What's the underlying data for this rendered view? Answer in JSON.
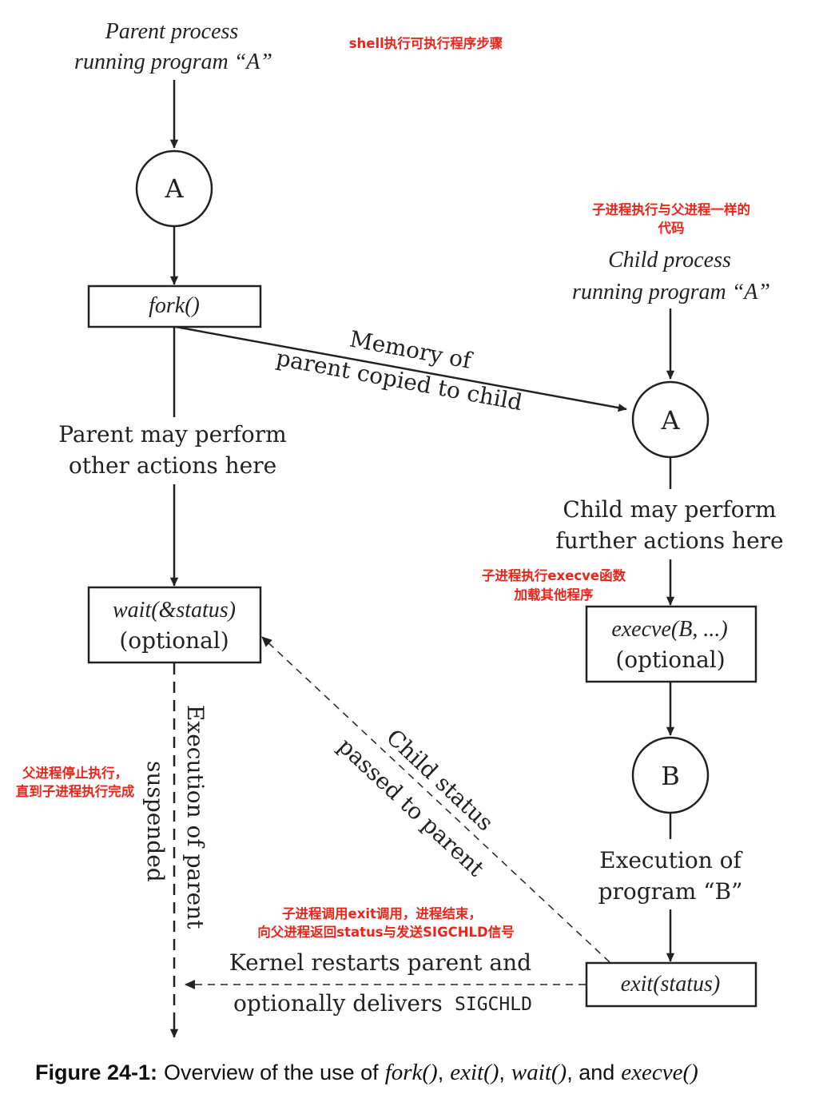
{
  "parent": {
    "label_line1": "Parent process",
    "label_line2": "running program “A”",
    "circle_label": "A",
    "fork_label": "fork()",
    "actions_line1": "Parent may perform",
    "actions_line2": "other actions here",
    "wait_label": "wait(&status)",
    "wait_optional": "(optional)",
    "suspended_line1": "Execution of parent",
    "suspended_line2": "suspended"
  },
  "copy_label": {
    "line1": "Memory of",
    "line2": "parent copied to child"
  },
  "child": {
    "label_line1": "Child process",
    "label_line2": "running program “A”",
    "circle_a": "A",
    "actions_line1": "Child may perform",
    "actions_line2": "further actions here",
    "execve_label": "execve(B, ...)",
    "execve_optional": "(optional)",
    "circle_b": "B",
    "execution_line1": "Execution of",
    "execution_line2": "program “B”",
    "exit_label": "exit(status)"
  },
  "status_label": {
    "line1": "Child status",
    "line2": "passed to parent"
  },
  "kernel_label": {
    "line1": "Kernel restarts parent and",
    "line2": "optionally delivers",
    "signal": "SIGCHLD"
  },
  "notes": {
    "shell": "shell执行可执行程序步骤",
    "child_same_line1": "子进程执行与父进程一样的",
    "child_same_line2": "代码",
    "execve_line1": "子进程执行execve函数",
    "execve_line2": "加载其他程序",
    "parent_stop_line1": "父进程停止执行，",
    "parent_stop_line2": "直到子进程执行完成",
    "exit_line1": "子进程调用exit调用，进程结束，",
    "exit_line2": "向父进程返回status与发送SIGCHLD信号"
  },
  "caption": {
    "figure": "Figure 24-1:",
    "text": "Overview of the use of",
    "fn1": "fork()",
    "sep1": ",",
    "fn2": "exit()",
    "sep2": ",",
    "fn3": "wait()",
    "sep3": ", and",
    "fn4": "execve()"
  }
}
